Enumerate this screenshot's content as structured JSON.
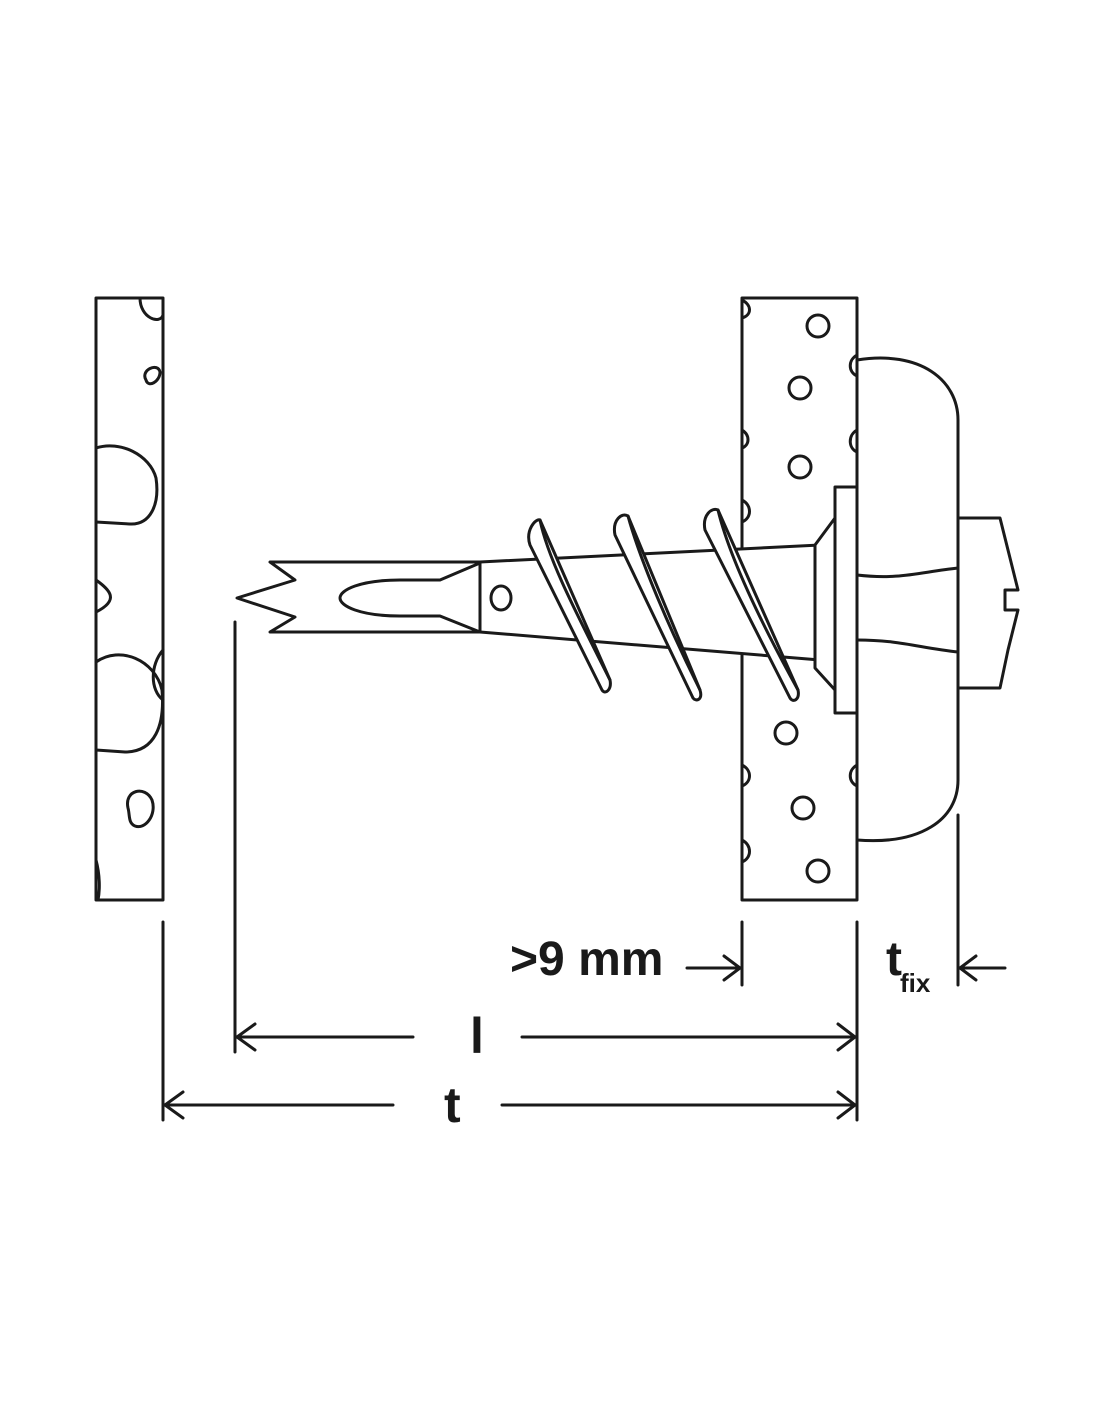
{
  "diagram": {
    "labels": {
      "min_depth": ">9 mm",
      "length": "l",
      "thickness": "t",
      "fixture_base": "t",
      "fixture_sub": "fix"
    },
    "stroke_color": "#1a1a1a",
    "background": "#ffffff"
  }
}
